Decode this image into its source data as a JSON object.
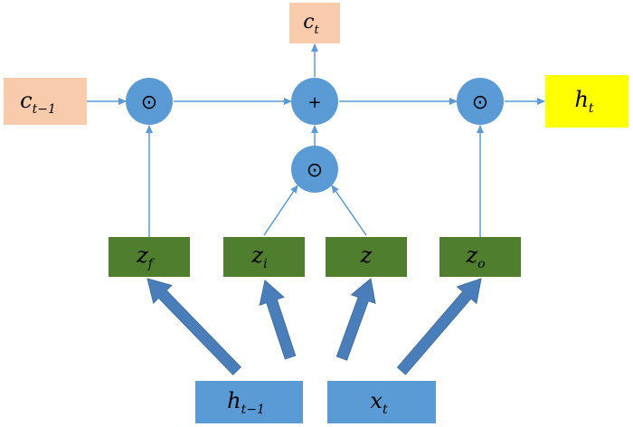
{
  "colors": {
    "cell_box": "#f8cbad",
    "output_box": "#ffff00",
    "gate_box": "#4f7f2e",
    "input_box": "#5b9bd5",
    "op_node": "#5b9bd5",
    "edge": "#5b9bd5",
    "big_arrow": "#4a7ebb"
  },
  "labels": {
    "c_prev": {
      "base": "c",
      "sub": "t−1"
    },
    "c_t": {
      "base": "c",
      "sub": "t"
    },
    "h_t": {
      "base": "h",
      "sub": "t"
    },
    "z_f": {
      "base": "z",
      "sub": "f"
    },
    "z_i": {
      "base": "z",
      "sub": "i"
    },
    "z": {
      "base": "z",
      "sub": ""
    },
    "z_o": {
      "base": "z",
      "sub": "o"
    },
    "h_prev": {
      "base": "h",
      "sub": "t−1"
    },
    "x_t": {
      "base": "x",
      "sub": "t"
    }
  },
  "operators": {
    "mult": "⊙",
    "add": "+"
  }
}
